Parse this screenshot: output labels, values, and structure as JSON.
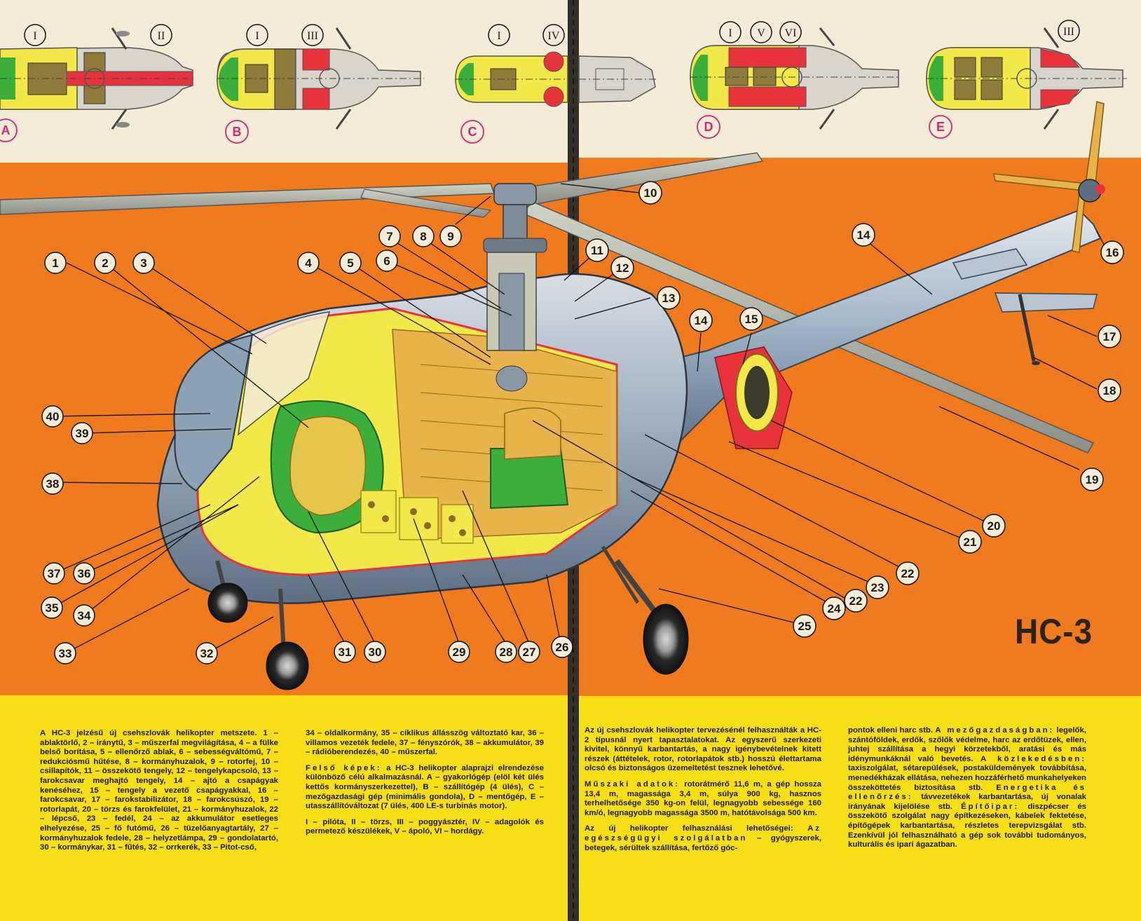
{
  "model_title": "HC-3",
  "top_views": [
    {
      "letter": "A",
      "labels": [
        "I",
        "II"
      ]
    },
    {
      "letter": "B",
      "labels": [
        "I",
        "III"
      ]
    },
    {
      "letter": "C",
      "labels": [
        "I",
        "IV"
      ]
    },
    {
      "letter": "D",
      "labels": [
        "I",
        "V",
        "VI"
      ]
    },
    {
      "letter": "E",
      "labels": [
        "III"
      ]
    }
  ],
  "callouts": [
    "1",
    "2",
    "3",
    "4",
    "5",
    "6",
    "7",
    "8",
    "9",
    "10",
    "11",
    "12",
    "13",
    "14",
    "14",
    "15",
    "16",
    "17",
    "18",
    "19",
    "20",
    "21",
    "22",
    "22",
    "23",
    "24",
    "25",
    "26",
    "27",
    "28",
    "29",
    "30",
    "31",
    "32",
    "33",
    "34",
    "35",
    "36",
    "37",
    "38",
    "39",
    "40"
  ],
  "text": {
    "col1_p1": "A HC-3 jelzésű új csehszlovák helikopter metszete. 1 – ablaktörlő, 2 – iránytű, 3 – műszerfal megvilágítása, 4 – a fülke belső borítása, 5 – ellenőrző ablak, 6 – sebességváltómű, 7 – redukciósmű hűtése, 8 – kormányhuzalok, 9 – rotorfej, 10 – csillapítók, 11 – összekötő tengely, 12 – tengelykapcsoló, 13 – farokcsavar meghajtó tengely, 14 – ajtó a csapágyak kenéséhez, 15 – tengely a vezető csapágyakkal, 16 – farokcsavar, 17 – farokstabilizátor, 18 – farokcsúszó, 19 – rotorlapát, 20 – törzs és farokfelület, 21 – kormányhuzalok, 22 – lépcső, 23 – fedél, 24 – az akkumulátor esetleges elhelyezése, 25 – fő futómű, 26 – tüzelőanyagtartály, 27 – kormányhuzalok fedele, 28 – helyzetlámpa, 29 – gondolatartó, 30 – kormánykar, 31 – fűtés, 32 – orrkerék, 33 – Pitot-cső,",
    "col2_p1": "34 – oldalkormány, 35 – ciklikus állásszög változtató kar, 36 – villamos vezeték fedele, 37 – fényszórók, 38 – akkumulátor, 39 – rádióberendezés, 40 – műszerfal.",
    "col2_p2_lead": "Felső képek:",
    "col2_p2": " a HC-3 helikopter alaprajzi elrendezése különböző célú alkalmazásnál. A – gyakorlógép (elöl két ülés kettős kormányszerkezettel), B – szállítógép (4 ülés), C – mezőgazdasági gép (minimális gondola), D – mentőgép, E – utasszállítóváltozat (7 ülés, 400 LE-s turbinás motor).",
    "col2_p3": "I – pilóta, II – törzs, III – poggyásztér, IV – adagolók és permetező készülékek, V – ápoló, VI – hordágy.",
    "col3_p1": "Az új csehszlovák helikopter tervezésénél felhasználták a HC-2 típusnál nyert tapasztalatokat. Az egyszerű szerkezeti kivitel, könnyű karbantartás, a nagy igénybevételnek kitett részek (áttételek, rotor, rotorlapátok stb.) hosszú élettartama olcsó és biztonságos üzemeltetést tesznek lehetővé.",
    "col3_p2_lead": "Műszaki adatok:",
    "col3_p2": " rotorátmérő 11,6 m, a gép hossza 13,4 m, magassága 3,4 m, súlya 900 kg, hasznos terhelhetősége 350 kg-on felül, legnagyobb sebessége 160 km/ó, legnagyobb magassága 3500 m, hatótávolsága 500 km.",
    "col3_p3_a": "Az új helikopter felhasználási lehetőségei: ",
    "col3_p3_lead": "Az egészségügyi szolgálatban",
    "col3_p3_b": " – gyógyszerek, betegek, sérültek szállítása, fertőző góc-",
    "col4_a": "pontok elleni harc stb. ",
    "col4_lead1": "A mezőgazdaságban:",
    "col4_b": " legelők, szántóföldek, erdők, szőlők védelme, harc az erdőtüzek, ellen, juhtej szállítása a hegyi körzetekből, aratási és más idénymunkáknál való bevetés. ",
    "col4_lead2": "A közlekedésben:",
    "col4_c": " taxiszolgálat, sétarepülések, postaküldemények továbbítása, menedékházak ellátása, nehezen hozzáférhető munkahelyeken összeköttetés biztosítása stb. ",
    "col4_lead3": "Energetika és ellenőrzés:",
    "col4_d": " távvezetékek karbantartása, új vonalak irányának kijelölése stb. ",
    "col4_lead4": "Építőipar:",
    "col4_e": " diszpécser és összekötő szolgálat nagy építkezéseken, kábelek fektetése, építőgépek karbantartása, részletes terepvizsgálat stb. Ezenkívül jól felhasználható a gép sok további tudományos, kulturális és ipari ágazatban."
  },
  "colors": {
    "orange": "#f07a1e",
    "yellow": "#f7de16",
    "paper": "#f4ecd6",
    "fuselage_yellow": "#f3e84a",
    "cutaway_red": "#e8333c",
    "interior_tan": "#e7b34a",
    "green": "#3cae3c",
    "letter_magenta": "#d6247a",
    "blue_gray": "#8aa1b6"
  }
}
